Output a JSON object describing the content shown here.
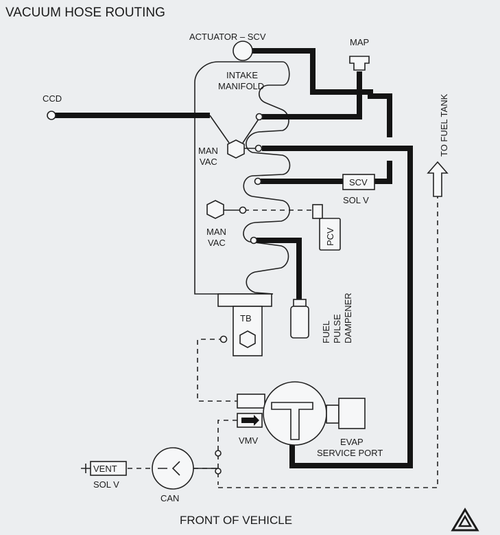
{
  "diagram": {
    "title": "VACUUM HOSE ROUTING",
    "footer": "FRONT OF VEHICLE",
    "labels": {
      "actuator_scv": "ACTUATOR – SCV",
      "map": "MAP",
      "intake_manifold_1": "INTAKE",
      "intake_manifold_2": "MANIFOLD",
      "ccd": "CCD",
      "man_vac_upper_1": "MAN",
      "man_vac_upper_2": "VAC",
      "man_vac_lower_1": "MAN",
      "man_vac_lower_2": "VAC",
      "to_fuel_tank": "TO FUEL TANK",
      "scv": "SCV",
      "scv_sol_v": "SOL V",
      "pcv": "PCV",
      "tb": "TB",
      "fuel_pulse_dampener_1": "FUEL",
      "fuel_pulse_dampener_2": "PULSE",
      "fuel_pulse_dampener_3": "DAMPENER",
      "vmv": "VMV",
      "evap_service_port_1": "EVAP",
      "evap_service_port_2": "SERVICE PORT",
      "vent": "VENT",
      "vent_sol_v": "SOL V",
      "can": "CAN",
      "plus_sign": "+"
    }
  }
}
